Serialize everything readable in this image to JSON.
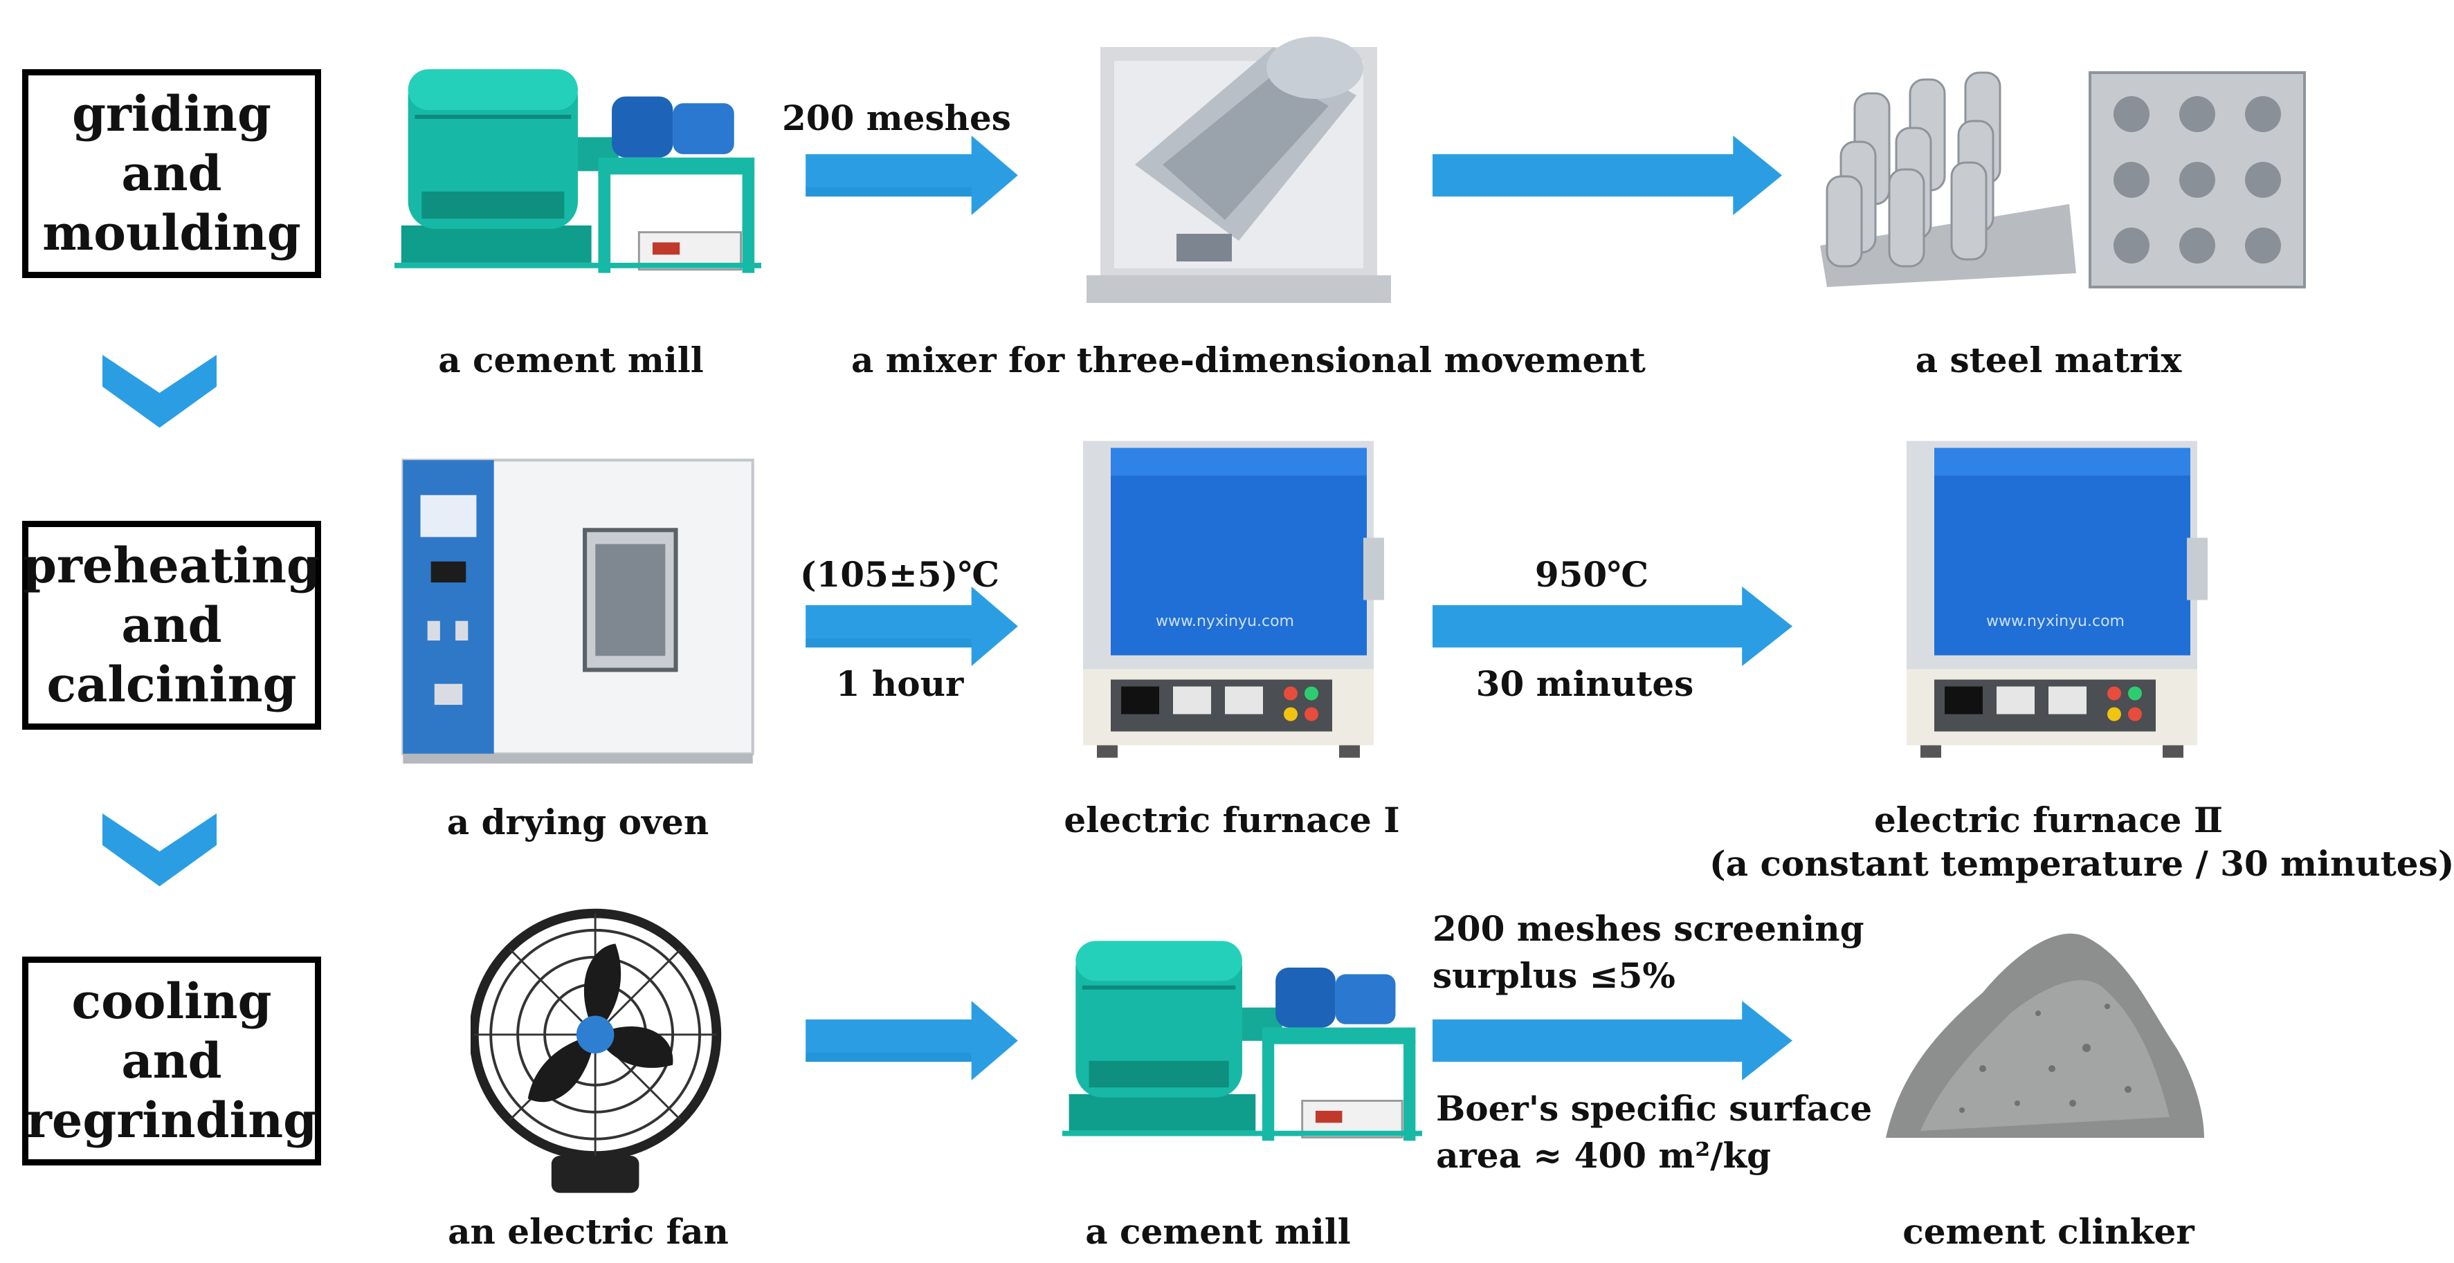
{
  "colors": {
    "arrow": "#2b9ee3",
    "arrow_dark": "#1b84c8",
    "mill_teal": "#17b9a6",
    "furnace_blue": "#1f6fd6",
    "box_border": "#000000"
  },
  "stages": [
    {
      "title": "griding\nand\nmoulding"
    },
    {
      "title": "preheating\nand\ncalcining"
    },
    {
      "title": "cooling\nand\nregrinding"
    }
  ],
  "row1": {
    "arrow1_label": "200 meshes",
    "caption_mill": "a cement mill",
    "caption_mixer": "a mixer for three-dimensional movement",
    "caption_matrix": "a steel matrix"
  },
  "row2": {
    "arrow1_top": "(105±5)℃",
    "arrow1_bottom": "1 hour",
    "arrow2_top": "950℃",
    "arrow2_bottom": "30 minutes",
    "caption_oven": "a drying oven",
    "caption_furnace1": "electric furnace Ⅰ",
    "caption_furnace2_line1": "electric furnace Ⅱ",
    "caption_furnace2_line2": "(a constant temperature / 30 minutes)",
    "furnace_brand": "www.nyxinyu.com"
  },
  "row3": {
    "arrow2_top_line1": "200 meshes screening",
    "arrow2_top_line2": "surplus ≤5%",
    "arrow2_bottom_line1": "Boer's specific surface",
    "arrow2_bottom_line2": "area ≈ 400 m²/kg",
    "caption_fan": "an electric fan",
    "caption_mill": "a cement mill",
    "caption_clinker": "cement clinker"
  },
  "icons": [
    "chevron-down-icon",
    "arrow-right-icon"
  ]
}
